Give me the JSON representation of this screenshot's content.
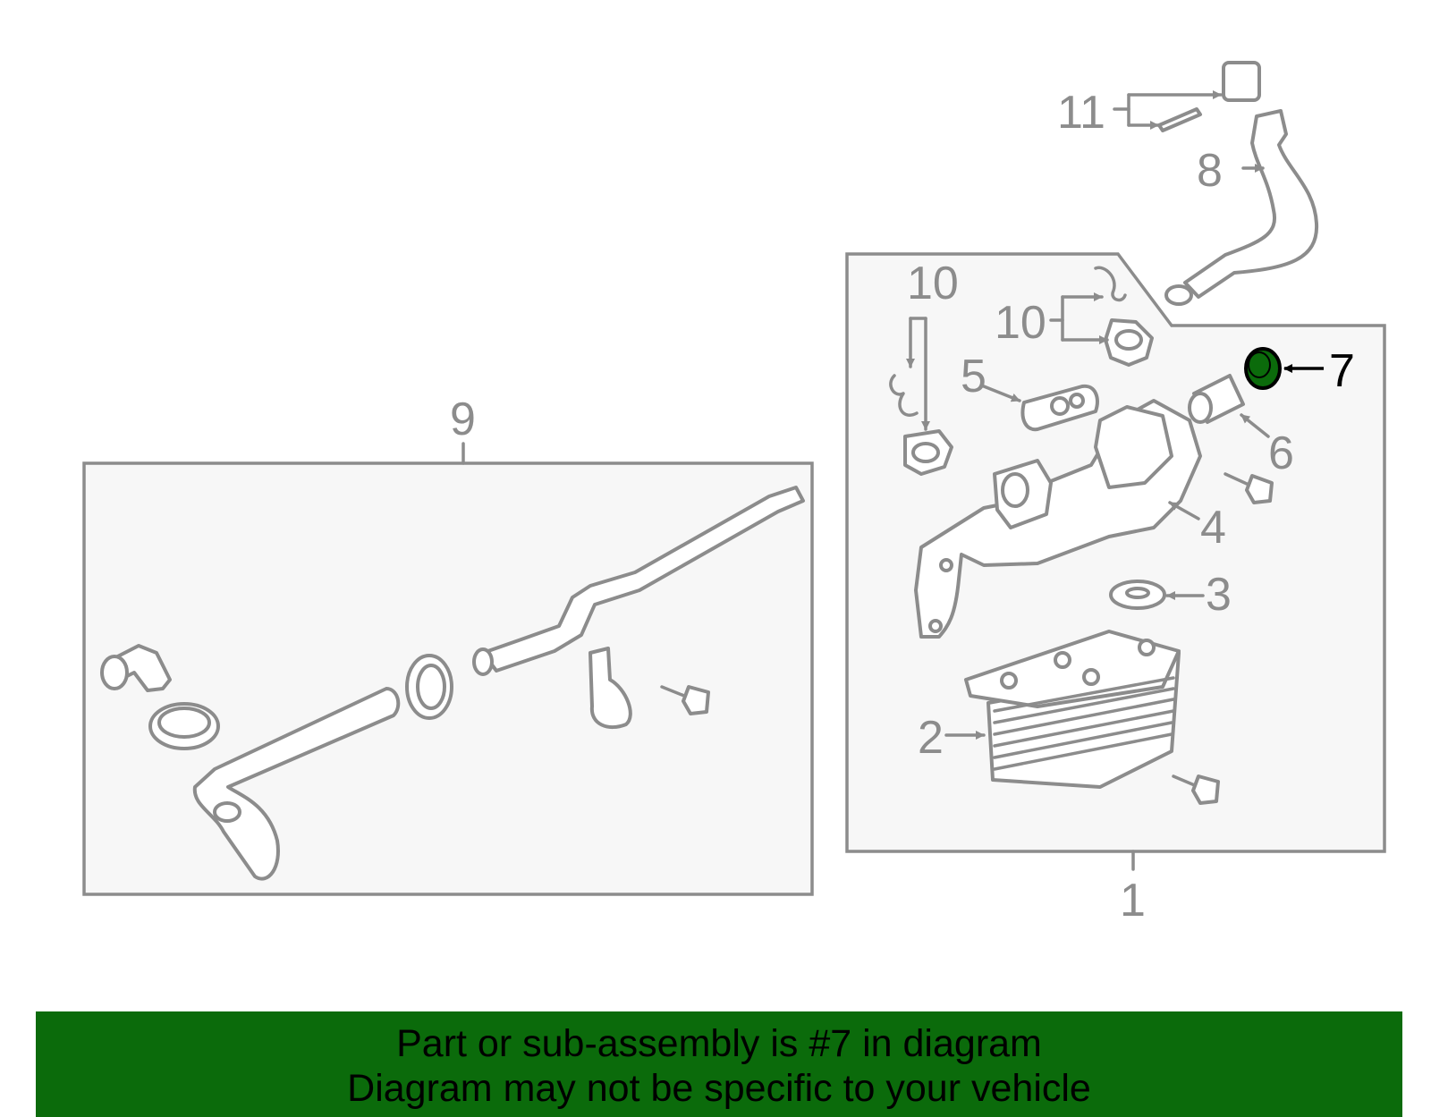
{
  "diagram": {
    "highlight_color": "#0b6b0b",
    "callouts": [
      "1",
      "2",
      "3",
      "4",
      "5",
      "6",
      "7",
      "8",
      "9",
      "10",
      "10",
      "11"
    ]
  },
  "banner": {
    "line1": "Part or sub-assembly is #7 in diagram",
    "line2": "Diagram may not be specific to your vehicle",
    "background": "#0b6b0b"
  }
}
